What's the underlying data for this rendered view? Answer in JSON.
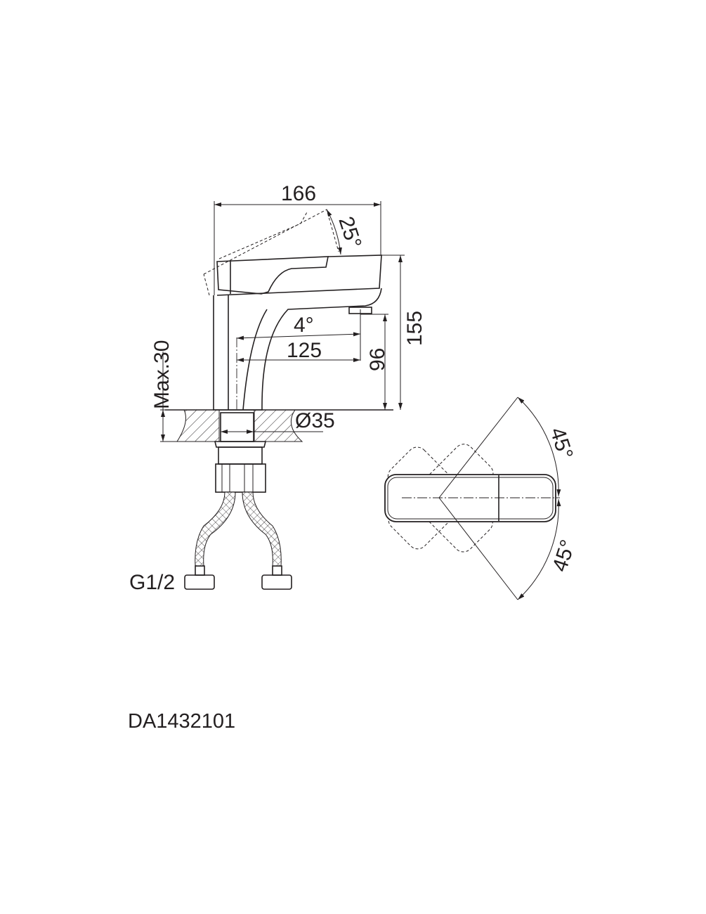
{
  "drawing": {
    "dimensions": {
      "width_overall": "166",
      "handle_angle": "25°",
      "height_overall": "155",
      "spout_angle": "4°",
      "spout_reach": "125",
      "spout_height": "96",
      "max_counter_thickness": "Max.30",
      "hole_diameter": "Ø35",
      "connection_thread": "G1/2",
      "rotation_left": "45°",
      "rotation_right": "45°"
    },
    "model_code": "DA1432101"
  }
}
